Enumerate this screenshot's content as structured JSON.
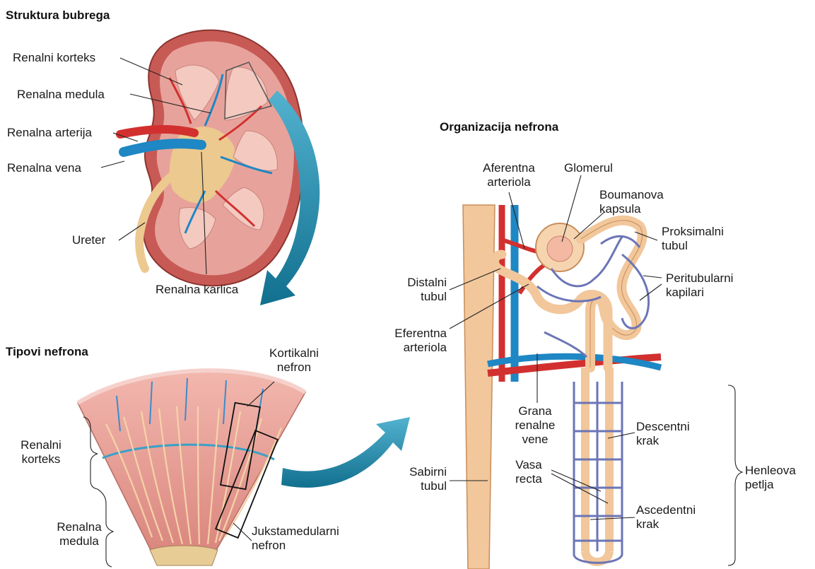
{
  "titles": {
    "kidney": "Struktura bubrega",
    "types": "Tipovi nefrona",
    "organization": "Organizacija nefrona"
  },
  "kidney_labels": {
    "cortex": "Renalni korteks",
    "medulla": "Renalna medula",
    "artery": "Renalna arterija",
    "vein": "Renalna vena",
    "ureter": "Ureter",
    "pelvis": "Renalna karlica"
  },
  "types_labels": {
    "cortical_nephron_1": "Kortikalni",
    "cortical_nephron_2": "nefron",
    "cortex_1": "Renalni",
    "cortex_2": "korteks",
    "medulla_1": "Renalna",
    "medulla_2": "medula",
    "juxta_1": "Jukstamedularni",
    "juxta_2": "nefron"
  },
  "nephron_labels": {
    "afferent_1": "Aferentna",
    "afferent_2": "arteriola",
    "glomerulus": "Glomerul",
    "bowman_1": "Boumanova",
    "bowman_2": "kapsula",
    "proximal_1": "Proksimalni",
    "proximal_2": "tubul",
    "peritubular_1": "Peritubularni",
    "peritubular_2": "kapilari",
    "distal_1": "Distalni",
    "distal_2": "tubul",
    "efferent_1": "Eferentna",
    "efferent_2": "arteriola",
    "vein_branch_1": "Grana",
    "vein_branch_2": "renalne",
    "vein_branch_3": "vene",
    "descending_1": "Descentni",
    "descending_2": "krak",
    "vasa_1": "Vasa",
    "vasa_2": "recta",
    "collecting_1": "Sabirni",
    "collecting_2": "tubul",
    "ascending_1": "Ascedentni",
    "ascending_2": "krak",
    "henle_1": "Henleova",
    "henle_2": "petlja"
  },
  "colors": {
    "kidney_outer": "#c85a55",
    "kidney_inner": "#e7a39b",
    "pyramid": "#f3c9c0",
    "fat": "#ecc98f",
    "artery": "#d2302f",
    "vein": "#1e87c4",
    "capillary": "#6b75b6",
    "tubule": "#f1c79b",
    "tubule_edge": "#c98d5b",
    "arrow": "#1f82a8"
  }
}
